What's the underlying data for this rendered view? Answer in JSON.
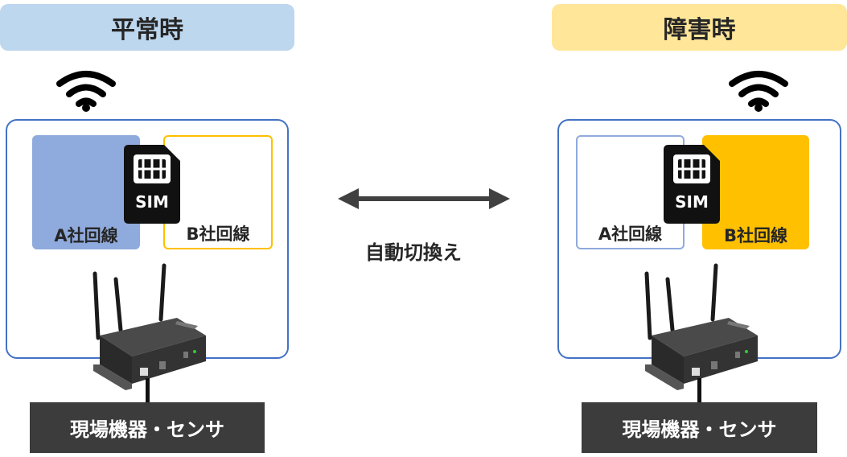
{
  "left": {
    "title": "平常時",
    "title_bg": "#bdd7ee",
    "line_a": "A社回線",
    "line_b": "B社回線",
    "active_fill": "#8faadc",
    "inactive_border": "#ffc000",
    "device_label": "現場機器・センサ"
  },
  "right": {
    "title": "障害時",
    "title_bg": "#ffe699",
    "line_a": "A社回線",
    "line_b": "B社回線",
    "active_fill": "#ffc000",
    "inactive_border": "#8faadc",
    "device_label": "現場機器・センサ"
  },
  "center": {
    "label": "自動切換え"
  },
  "sim_text": "SIM"
}
